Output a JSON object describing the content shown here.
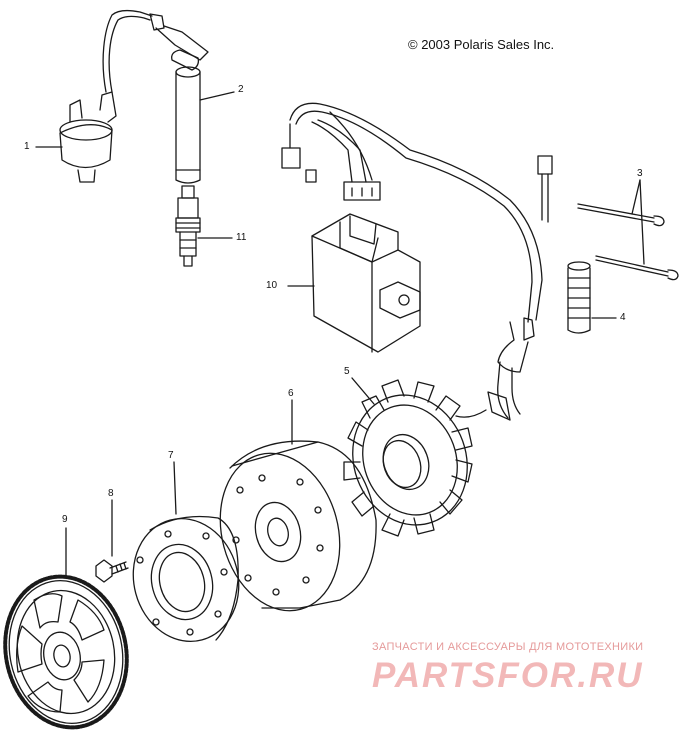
{
  "copyright": "© 2003 Polaris Sales Inc.",
  "callouts": {
    "c1": "1",
    "c2": "2",
    "c3": "3",
    "c4": "4",
    "c5": "5",
    "c6": "6",
    "c7": "7",
    "c8": "8",
    "c9": "9",
    "c10": "10",
    "c11": "11"
  },
  "watermark": {
    "tagline": "ЗАПЧАСТИ И АКСЕССУАРЫ ДЛЯ МОТОТЕХНИКИ",
    "logo": "PARTSFOR.RU"
  },
  "colors": {
    "line": "#1a1a1a",
    "watermark": "#f2b8b8",
    "watermark_text": "#e59a9a"
  }
}
